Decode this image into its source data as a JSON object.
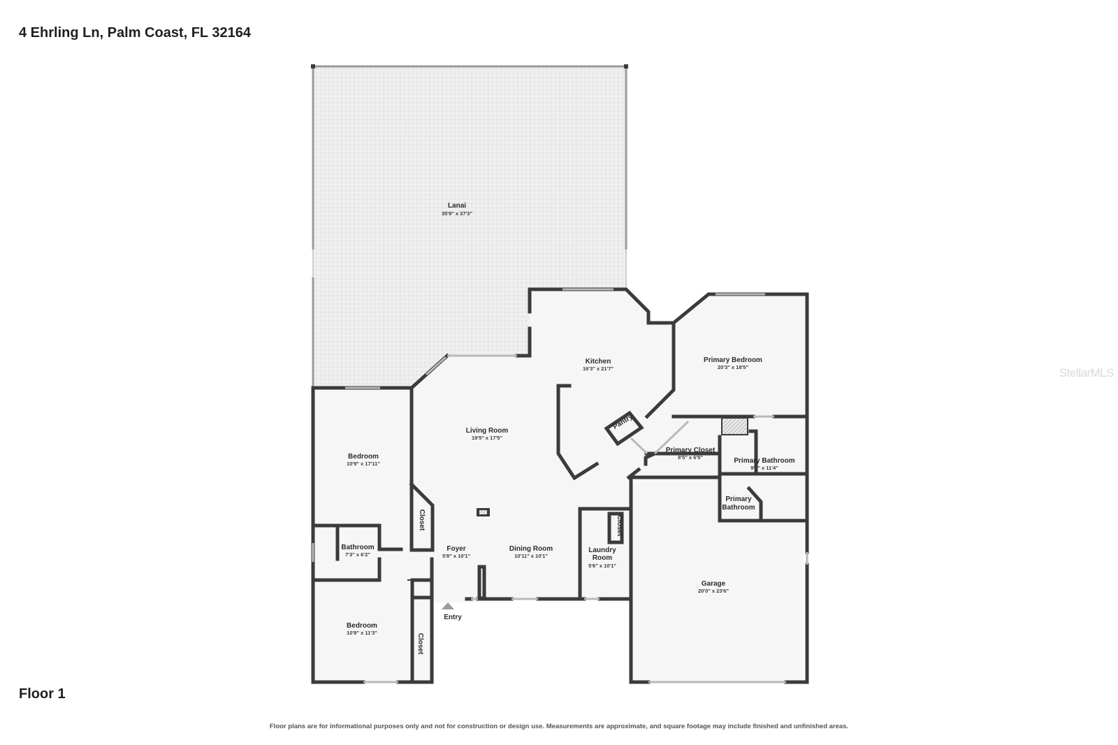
{
  "header": {
    "address": "4 Ehrling Ln, Palm Coast, FL 32164"
  },
  "floor": {
    "label": "Floor 1"
  },
  "footer": {
    "disclaimer": "Floor plans are for informational purposes only and not for construction or design use. Measurements are approximate, and square footage may include finished and unfinished areas."
  },
  "watermark": "StellarMLS",
  "entry": {
    "label": "Entry"
  },
  "rooms": {
    "lanai": {
      "name": "Lanai",
      "dim": "35'9\" x 37'3\""
    },
    "kitchen": {
      "name": "Kitchen",
      "dim": "16'3\" x 21'7\""
    },
    "pantry": {
      "name": "Pantry"
    },
    "primary_bedroom": {
      "name": "Primary Bedroom",
      "dim": "20'3\" x 18'5\""
    },
    "living_room": {
      "name": "Living Room",
      "dim": "19'5\" x 17'5\""
    },
    "bedroom1": {
      "name": "Bedroom",
      "dim": "10'9\" x 17'11\""
    },
    "closet1": {
      "name": "Closet"
    },
    "bathroom": {
      "name": "Bathroom",
      "dim": "7'3\" x 6'2\""
    },
    "foyer": {
      "name": "Foyer",
      "dim": "5'8\" x 10'1\""
    },
    "dining_room": {
      "name": "Dining Room",
      "dim": "10'11\" x 10'1\""
    },
    "laundry_room": {
      "name1": "Laundry",
      "name2": "Room",
      "dim": "5'6\" x 10'1\""
    },
    "closet_laundry": {
      "name": "Closet"
    },
    "primary_closet": {
      "name": "Primary Closet",
      "dim": "8'5\" x 6'5\""
    },
    "primary_bathroom": {
      "name": "Primary Bathroom",
      "dim": "9'8\" x 11'4\""
    },
    "primary_bathroom2": {
      "name1": "Primary",
      "name2": "Bathroom"
    },
    "garage": {
      "name": "Garage",
      "dim": "20'0\" x 23'6\""
    },
    "bedroom2": {
      "name": "Bedroom",
      "dim": "10'8\" x 11'3\""
    },
    "closet2": {
      "name": "Closet"
    }
  }
}
